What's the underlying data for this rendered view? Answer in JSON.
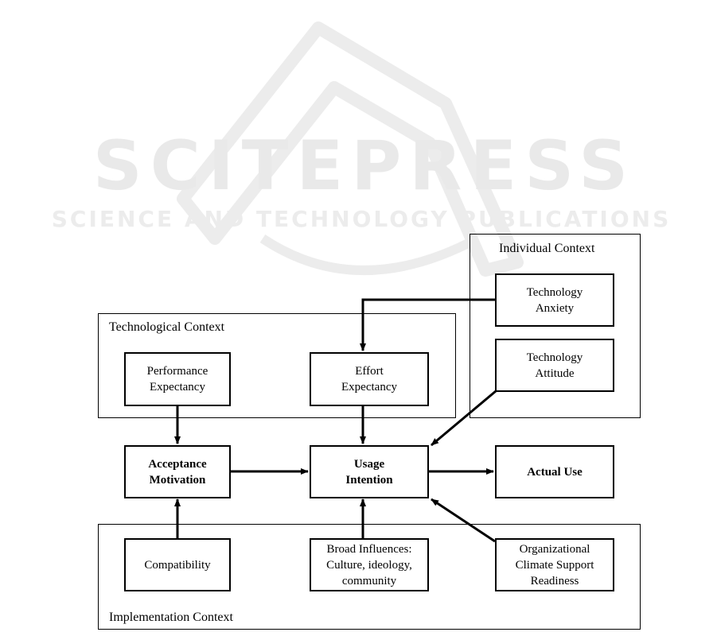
{
  "watermark": {
    "title": "SCITEPRESS",
    "subtitle": "SCIENCE AND TECHNOLOGY PUBLICATIONS"
  },
  "contexts": {
    "individual": "Individual Context",
    "technological": "Technological Context",
    "implementation": "Implementation Context"
  },
  "nodes": {
    "technology_anxiety": "Technology\nAnxiety",
    "technology_attitude": "Technology\nAttitude",
    "performance_expectancy": "Performance\nExpectancy",
    "effort_expectancy": "Effort\nExpectancy",
    "acceptance_motivation": "Acceptance\nMotivation",
    "usage_intention": "Usage\nIntention",
    "actual_use": "Actual Use",
    "compatibility": "Compatibility",
    "broad_influences": "Broad Influences:\nCulture, ideology,\ncommunity",
    "organizational_climate": "Organizational\nClimate Support\nReadiness"
  },
  "colors": {
    "line": "#000000",
    "watermark": "#e9e9e9"
  }
}
